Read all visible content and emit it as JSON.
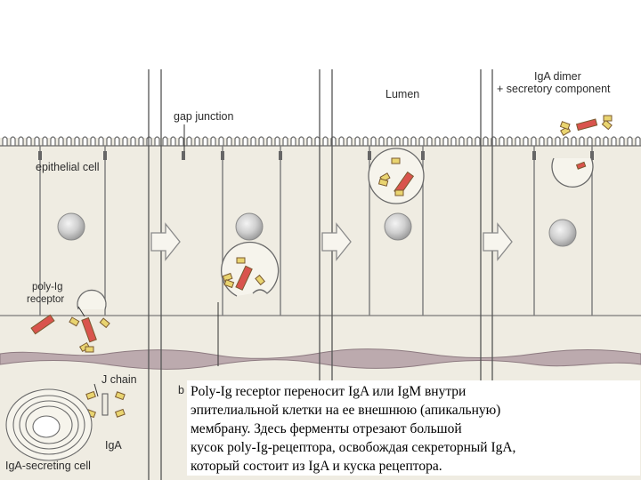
{
  "labels": {
    "gap_junction": "gap junction",
    "lumen": "Lumen",
    "iga_dimer": "IgA dimer",
    "secretory_component": "+ secretory component",
    "epithelial_cell": "epithelial cell",
    "poly_ig": "poly-Ig",
    "receptor": "receptor",
    "j_chain": "J chain",
    "iga": "IgA",
    "iga_secreting_cell": "IgA-secreting cell"
  },
  "caption": {
    "lines": [
      "Poly-Ig receptor переносит IgA или IgM внутри",
      "эпителиальной клетки  на ее внешнюю (апикальную)",
      "мембрану. Здесь ферменты отрезают большой",
      "кусок poly-Ig-рецептора, освобождая секреторный IgA,",
      "который состоит из IgA и куска рецептора."
    ],
    "stray_char": "b"
  },
  "colors": {
    "background": "#efece2",
    "membrane": "#5a5a5a",
    "nucleus": "#c9c9c9",
    "receptor_red": "#d9544d",
    "antibody_yellow": "#e9d470",
    "basement_band": "#bcaaae"
  }
}
